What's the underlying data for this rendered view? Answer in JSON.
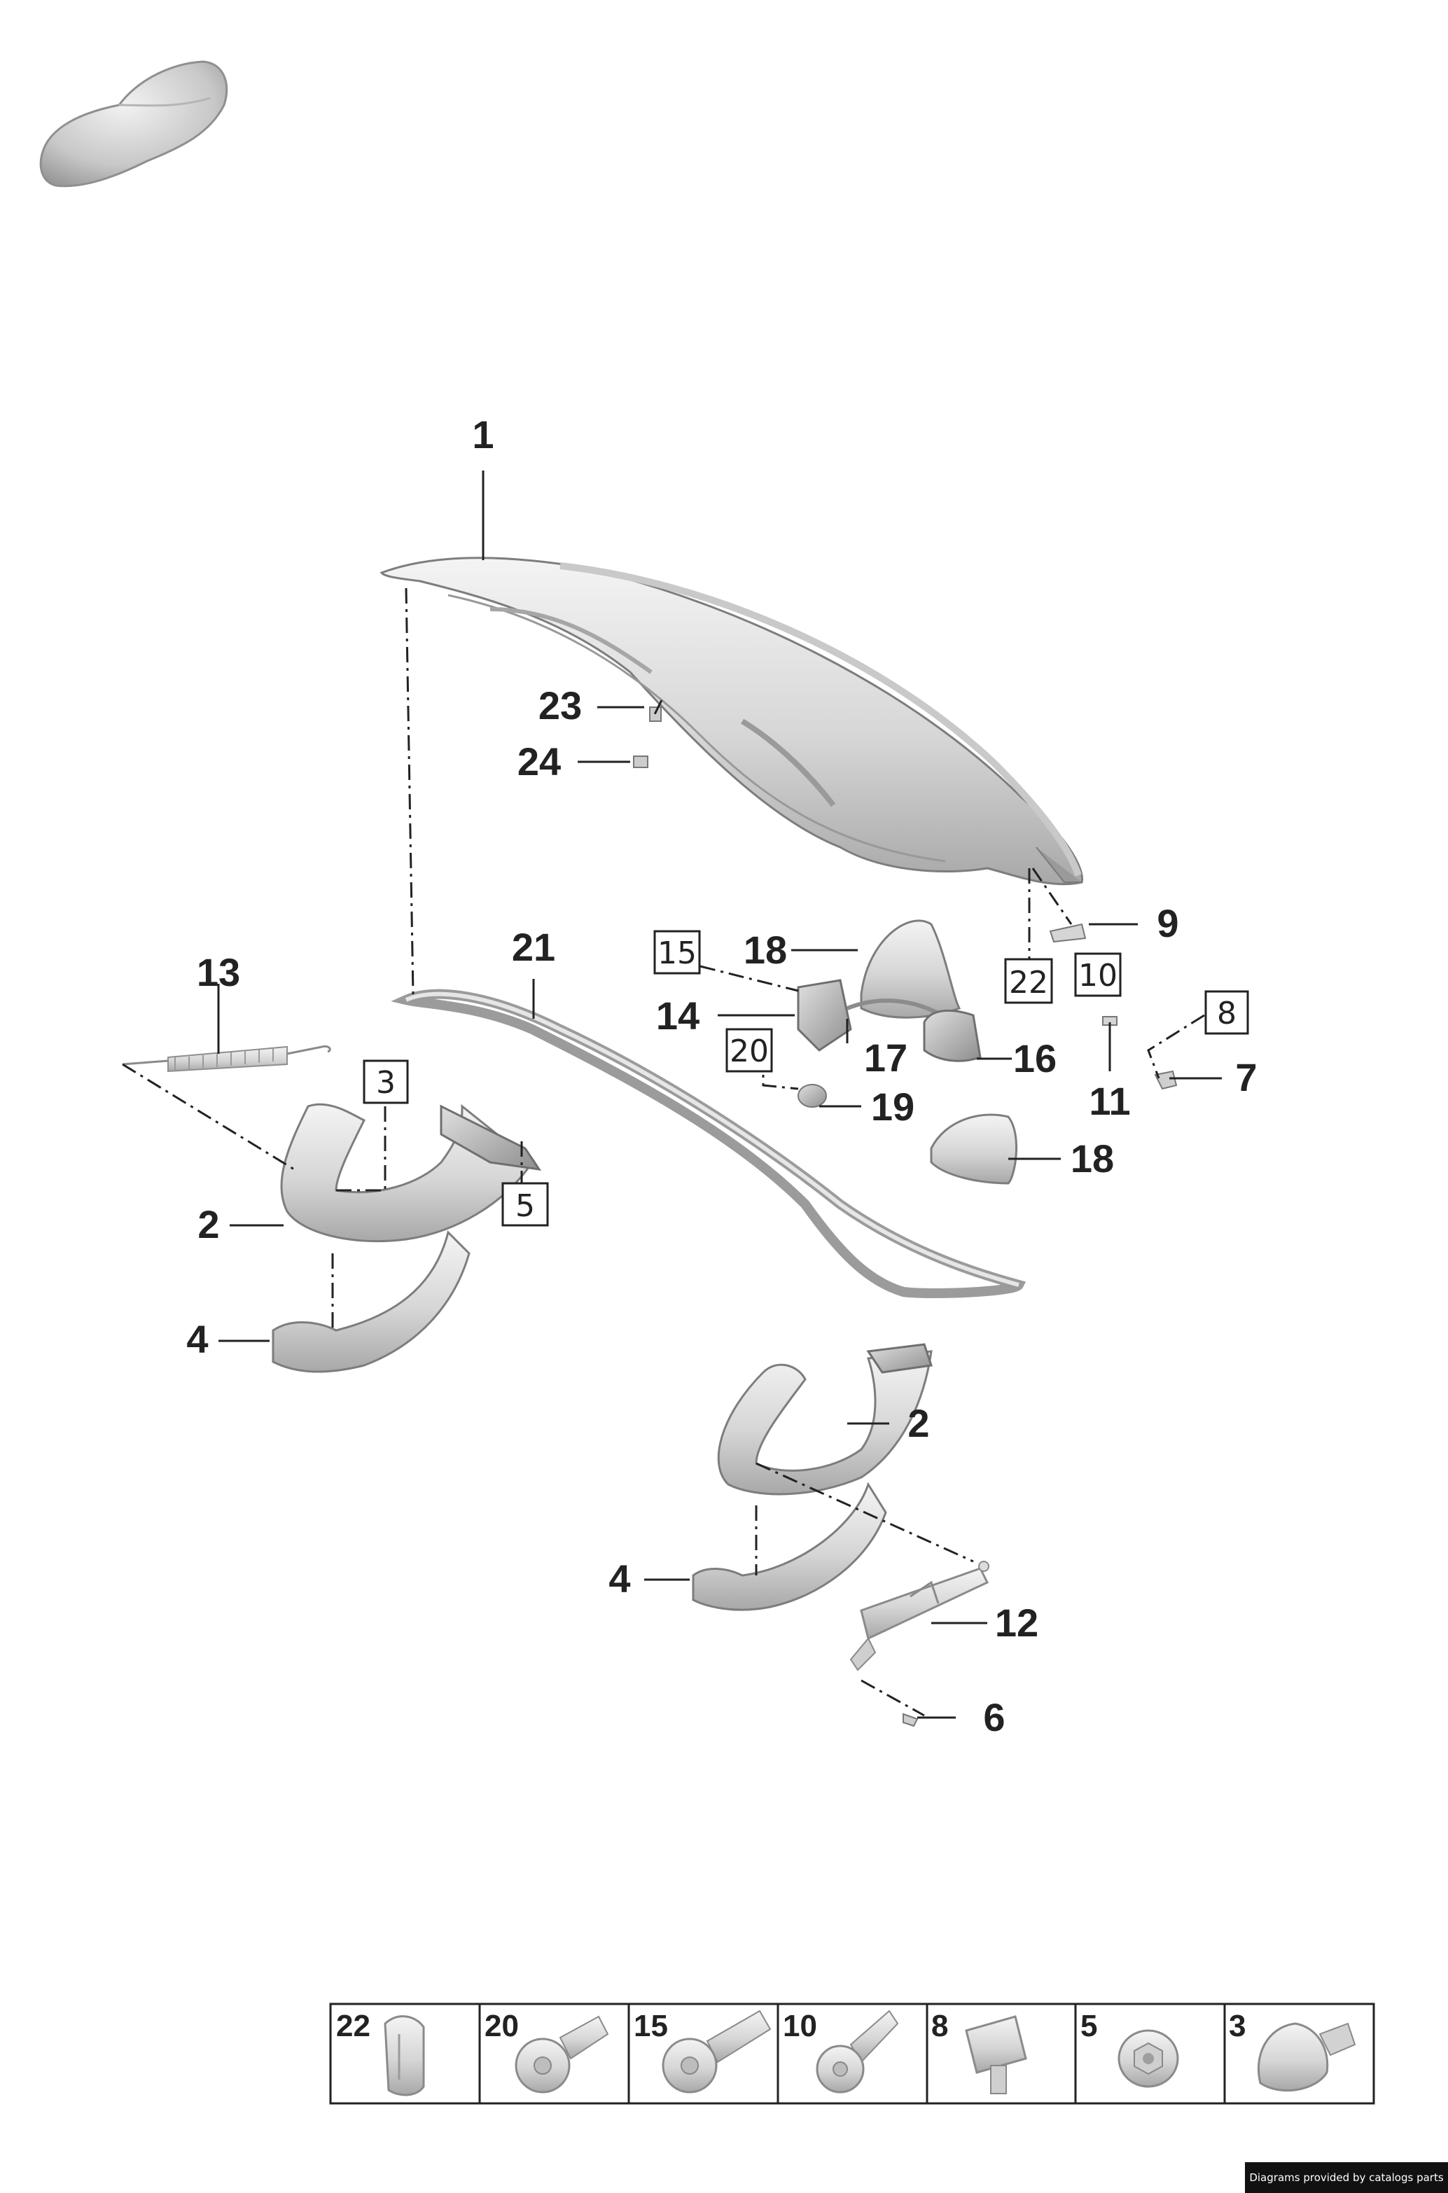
{
  "callouts": {
    "c1": "1",
    "c2a": "2",
    "c2b": "2",
    "c4a": "4",
    "c4b": "4",
    "c6": "6",
    "c7": "7",
    "c9": "9",
    "c11": "11",
    "c12": "12",
    "c13": "13",
    "c14": "14",
    "c16": "16",
    "c17": "17",
    "c18a": "18",
    "c18b": "18",
    "c19": "19",
    "c21": "21",
    "c23": "23",
    "c24": "24"
  },
  "boxed_refs": {
    "b3": "3",
    "b5": "5",
    "b8": "8",
    "b10": "10",
    "b15": "15",
    "b20": "20",
    "b22": "22"
  },
  "legend": {
    "cells": [
      {
        "label": "22",
        "icon": "clip-icon"
      },
      {
        "label": "20",
        "icon": "torx-bolt-icon"
      },
      {
        "label": "15",
        "icon": "torx-bolt-icon"
      },
      {
        "label": "10",
        "icon": "torx-bolt-icon"
      },
      {
        "label": "8",
        "icon": "spring-nut-icon"
      },
      {
        "label": "5",
        "icon": "hex-nut-icon"
      },
      {
        "label": "3",
        "icon": "ball-stud-icon"
      }
    ]
  },
  "footer": {
    "credit": "Diagrams provided by catalogs parts"
  },
  "colors": {
    "part_light": "#efefef",
    "part_shadow": "#a9a9a9",
    "ink": "#222222"
  }
}
